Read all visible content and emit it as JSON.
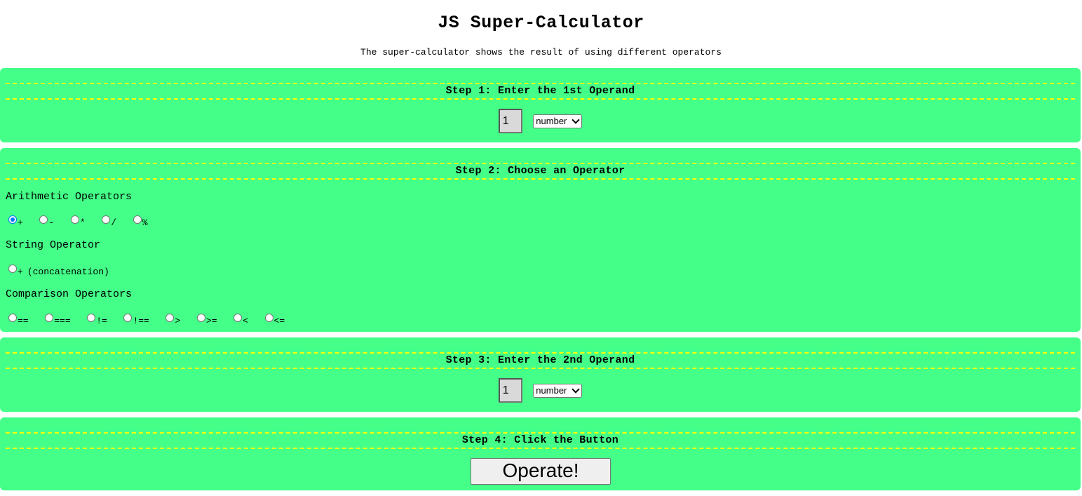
{
  "header": {
    "title": "JS Super-Calculator",
    "subtitle": "The super-calculator shows the result of using different operators"
  },
  "step1": {
    "heading": "Step 1: Enter the 1st Operand",
    "operand_value": "1",
    "type_selected": "number"
  },
  "step2": {
    "heading": "Step 2: Choose an Operator",
    "arithmetic_label": "Arithmetic Operators",
    "arithmetic_ops": [
      "+",
      "-",
      "*",
      "/",
      "%"
    ],
    "arithmetic_selected": "+",
    "string_label": "String Operator",
    "string_ops": [
      "+"
    ],
    "string_note": "(concatenation)",
    "comparison_label": "Comparison Operators",
    "comparison_ops": [
      "==",
      "===",
      "!=",
      "!==",
      ">",
      ">=",
      "<",
      "<="
    ]
  },
  "step3": {
    "heading": "Step 3: Enter the 2nd Operand",
    "operand_value": "1",
    "type_selected": "number"
  },
  "step4": {
    "heading": "Step 4: Click the Button",
    "button_label": "Operate!"
  },
  "colors": {
    "panel_background": "#44ff88",
    "divider": "#ffff00",
    "radio_checked": "#0075ff"
  },
  "icons": {
    "select_arrow": "chevron-down-icon"
  }
}
